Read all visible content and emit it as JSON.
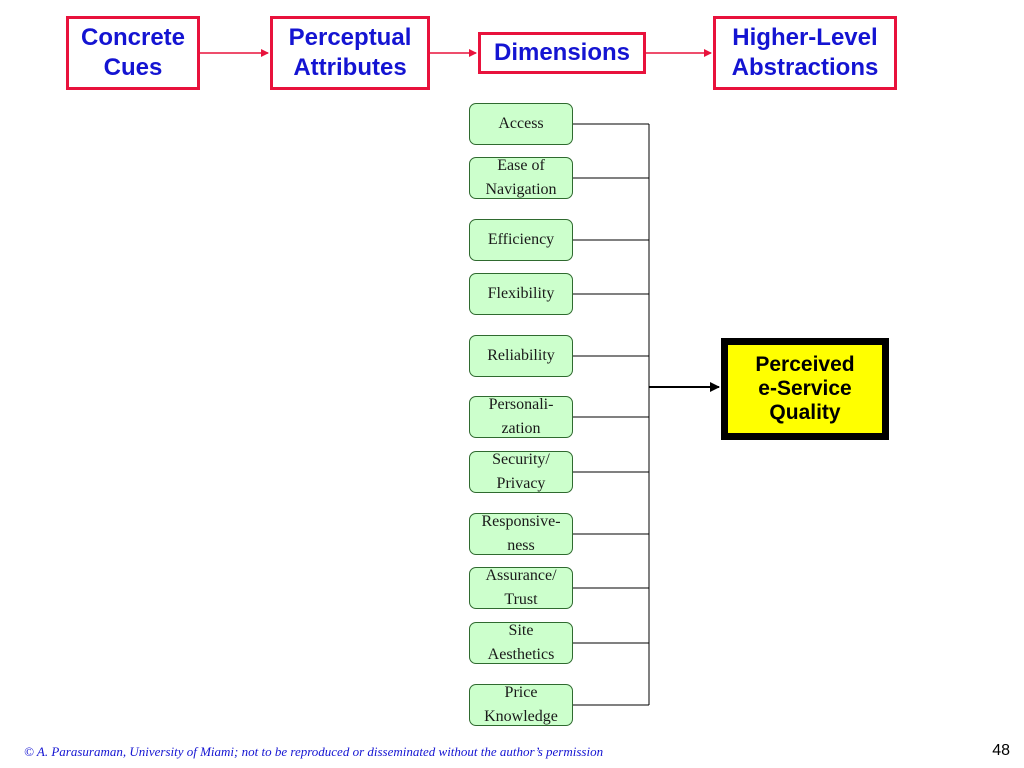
{
  "header": {
    "concrete_cues": "Concrete\nCues",
    "perceptual_attributes": "Perceptual\nAttributes",
    "dimensions": "Dimensions",
    "higher_level_abstractions": "Higher-Level\nAbstractions"
  },
  "dimensions": [
    "Access",
    "Ease of\nNavigation",
    "Efficiency",
    "Flexibility",
    "Reliability",
    "Personali-\nzation",
    "Security/\nPrivacy",
    "Responsive-\nness",
    "Assurance/\nTrust",
    "Site\nAesthetics",
    "Price\nKnowledge"
  ],
  "outcome": "Perceived\ne-Service\nQuality",
  "footer": {
    "credit": "© A. Parasuraman, University of Miami; not to be reproduced or disseminated without the author’s permission",
    "page_number": "48"
  },
  "colors": {
    "header_border": "#e8123c",
    "header_text": "#1414d2",
    "dimension_fill": "#ccffcc",
    "outcome_fill": "#ffff00",
    "outcome_border": "#000000"
  }
}
